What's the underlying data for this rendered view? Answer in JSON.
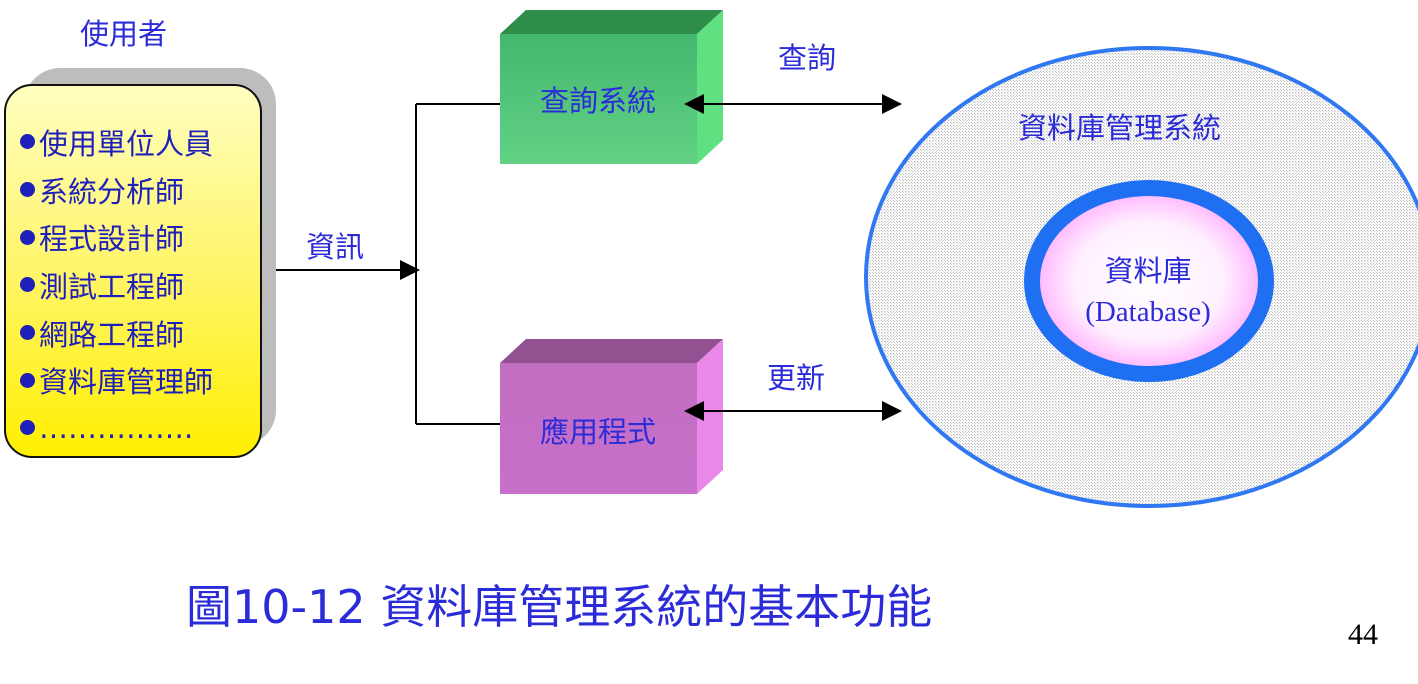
{
  "users": {
    "title": "使用者",
    "items": [
      "使用單位人員",
      "系統分析師",
      "程式設計師",
      "測試工程師",
      "網路工程師",
      "資料庫管理師",
      "……………."
    ]
  },
  "edges": {
    "info_label": "資訊",
    "query_label": "查詢",
    "update_label": "更新"
  },
  "boxes": {
    "query_system": "查詢系統",
    "application": "應用程式"
  },
  "dbms": {
    "label": "資料庫管理系統"
  },
  "database": {
    "label": "資料庫",
    "label_en": "(Database)"
  },
  "caption": "圖10-12 資料庫管理系統的基本功能",
  "page_number": "44",
  "colors": {
    "text": "#2b2bd9",
    "user_panel": "#fff56a",
    "query_box": "#4fc878",
    "app_box": "#c772c5",
    "dbms_border": "#2f78f2",
    "database_fill": "#ffe6ff"
  }
}
